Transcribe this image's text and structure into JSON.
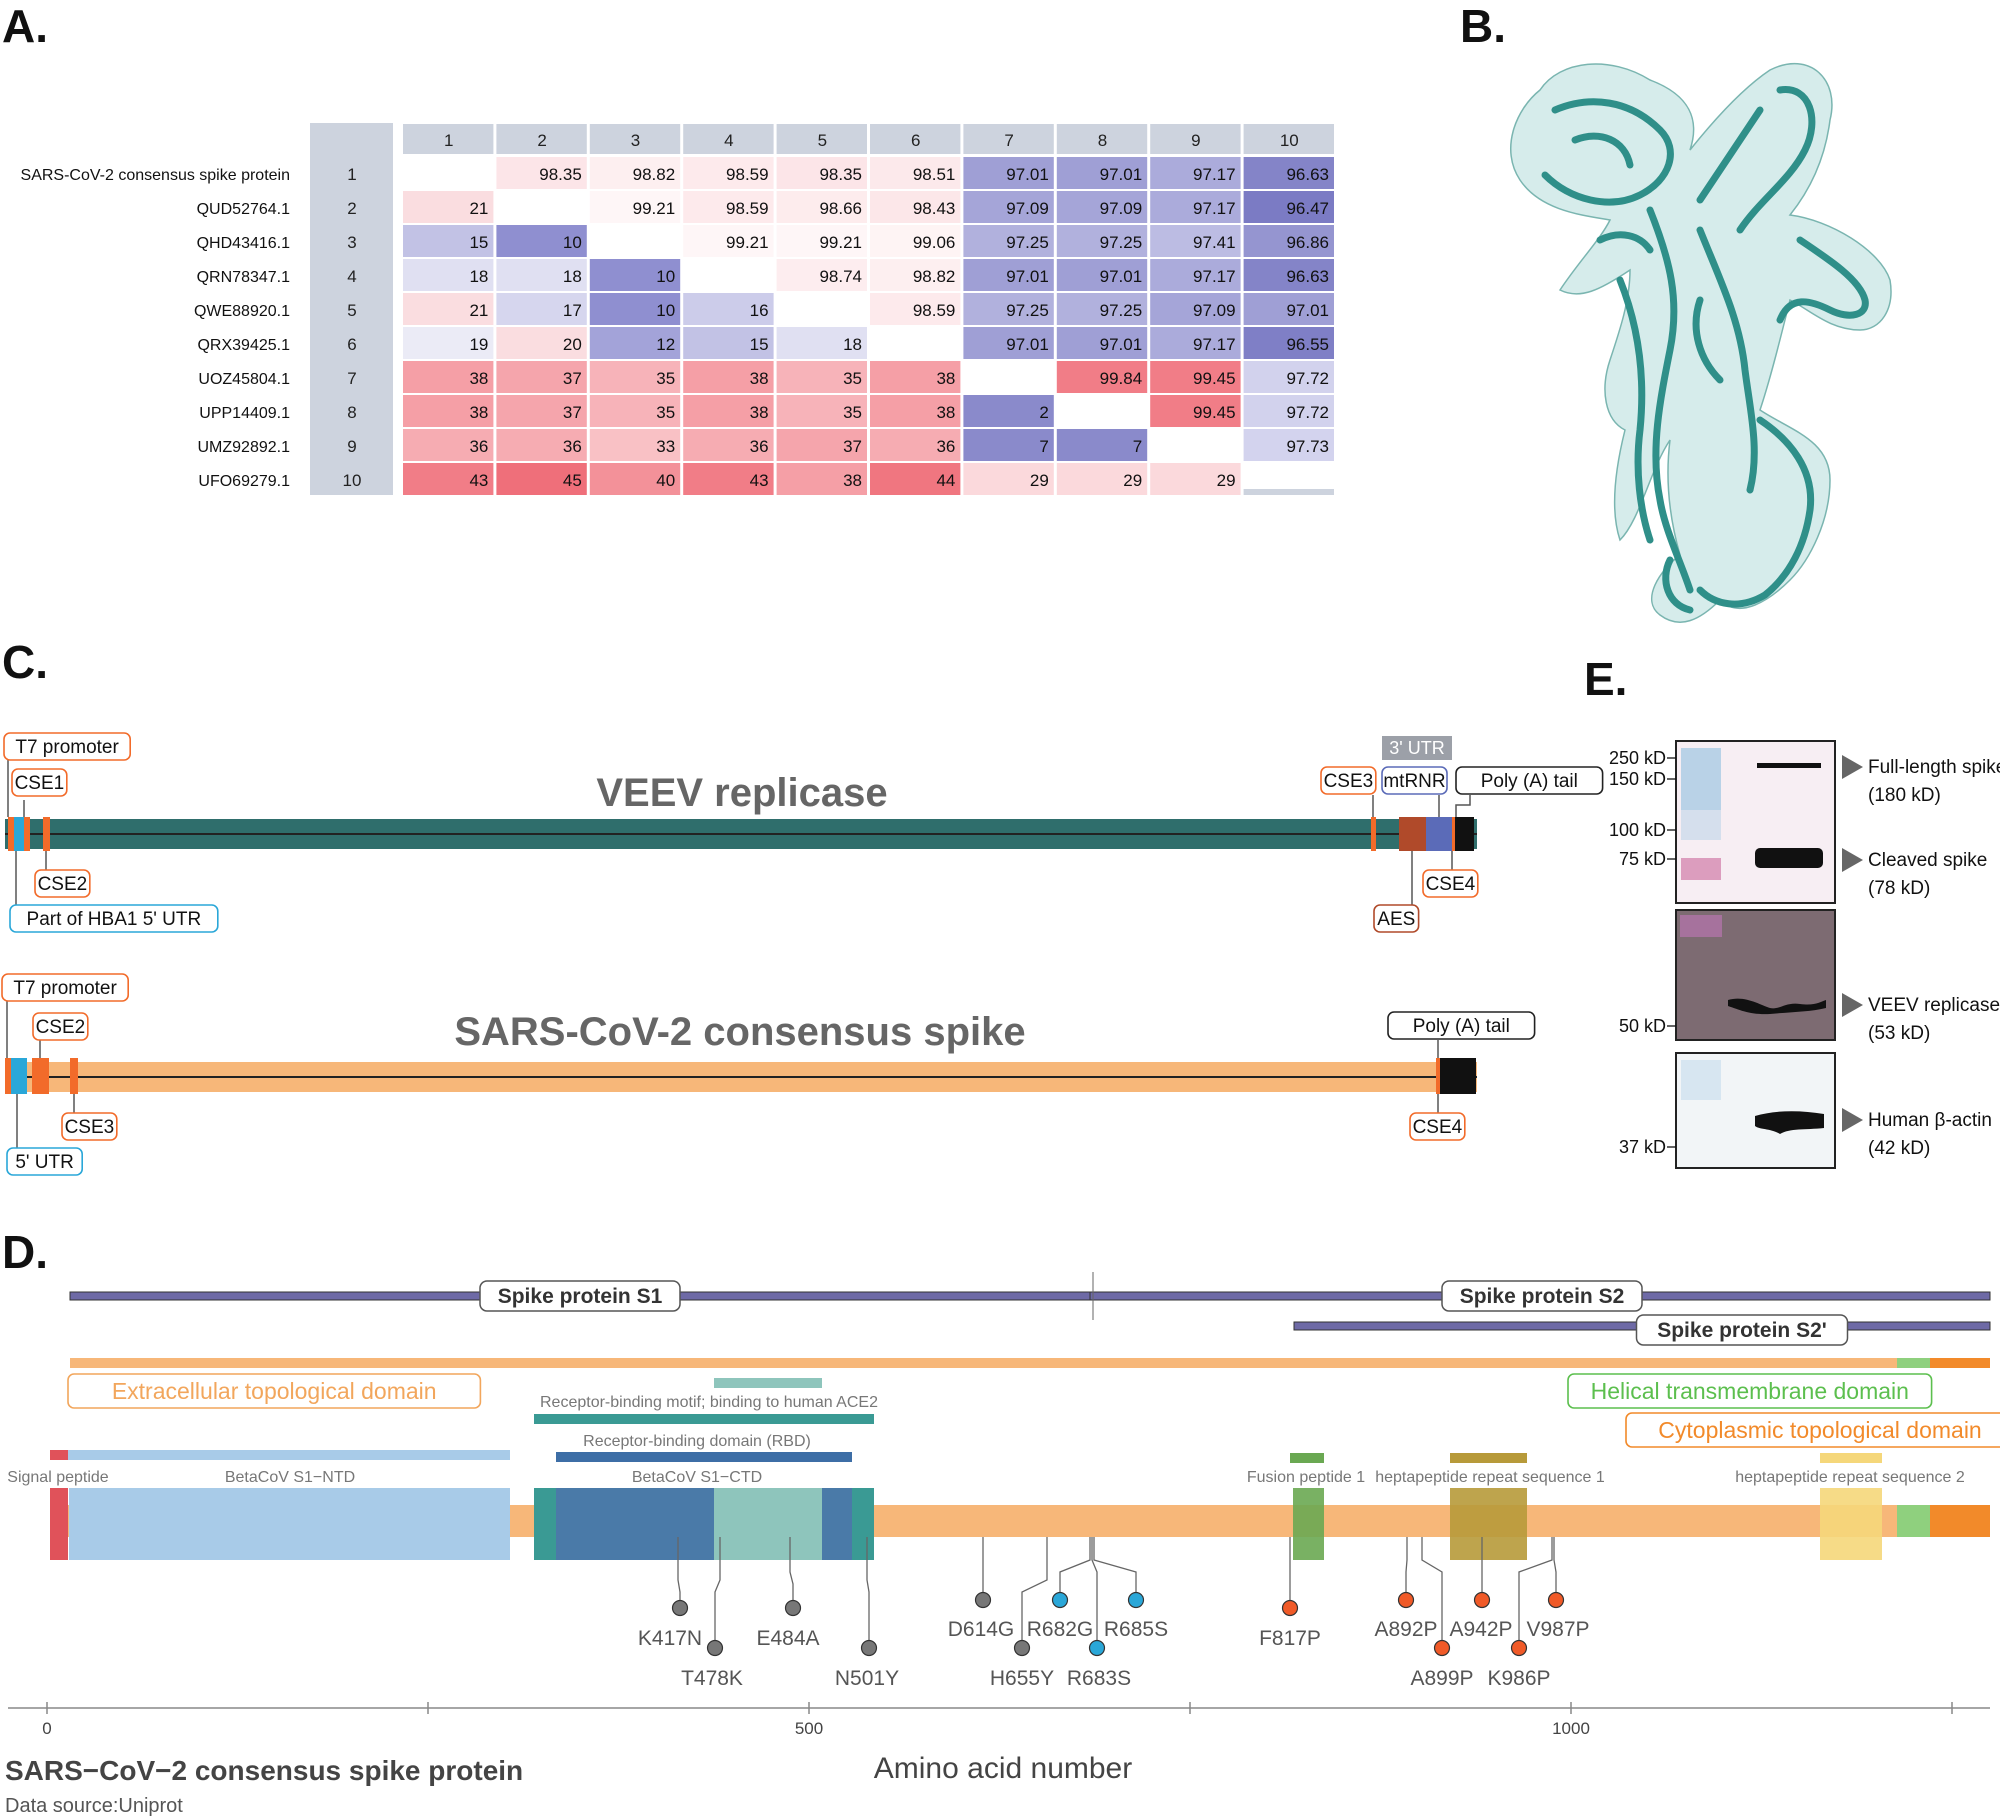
{
  "panels": {
    "A": "A.",
    "B": "B.",
    "C": "C.",
    "D": "D.",
    "E": "E."
  },
  "panelA": {
    "col_headers": [
      "1",
      "2",
      "3",
      "4",
      "5",
      "6",
      "7",
      "8",
      "9",
      "10"
    ],
    "row_labels": [
      "SARS-CoV-2 consensus spike protein",
      "QUD52764.1",
      "QHD43416.1",
      "QRN78347.1",
      "QWE88920.1",
      "QRX39425.1",
      "UOZ45804.1",
      "UPP14409.1",
      "UMZ92892.1",
      "UFO69279.1"
    ],
    "row_numbers": [
      "1",
      "2",
      "3",
      "4",
      "5",
      "6",
      "7",
      "8",
      "9",
      "10"
    ],
    "matrix": [
      [
        "",
        "98.35",
        "98.82",
        "98.59",
        "98.35",
        "98.51",
        "97.01",
        "97.01",
        "97.17",
        "96.63"
      ],
      [
        "21",
        "",
        "99.21",
        "98.59",
        "98.66",
        "98.43",
        "97.09",
        "97.09",
        "97.17",
        "96.47"
      ],
      [
        "15",
        "10",
        "",
        "99.21",
        "99.21",
        "99.06",
        "97.25",
        "97.25",
        "97.41",
        "96.86"
      ],
      [
        "18",
        "18",
        "10",
        "",
        "98.74",
        "98.82",
        "97.01",
        "97.01",
        "97.17",
        "96.63"
      ],
      [
        "21",
        "17",
        "10",
        "16",
        "",
        "98.59",
        "97.25",
        "97.25",
        "97.09",
        "97.01"
      ],
      [
        "19",
        "20",
        "12",
        "15",
        "18",
        "",
        "97.01",
        "97.01",
        "97.17",
        "96.55"
      ],
      [
        "38",
        "37",
        "35",
        "38",
        "35",
        "38",
        "",
        "99.84",
        "99.45",
        "97.72"
      ],
      [
        "38",
        "37",
        "35",
        "38",
        "35",
        "38",
        "2",
        "",
        "99.45",
        "97.72"
      ],
      [
        "36",
        "36",
        "33",
        "36",
        "37",
        "36",
        "7",
        "7",
        "",
        "97.73"
      ],
      [
        "43",
        "45",
        "40",
        "43",
        "38",
        "44",
        "29",
        "29",
        "29",
        ""
      ]
    ],
    "colors": {
      "high_identity": "#7b7bc4",
      "low_identity": "#ffffff",
      "high_distance": "#ef6f7a",
      "low_distance": "#ffffff",
      "header_bg": "#cdd3de"
    }
  },
  "panelB": {
    "structure_color": "#3a9a94",
    "surface_color": "#d6eceb"
  },
  "panelC": {
    "construct1": {
      "title": "VEEV replicase",
      "top_labels": [
        "T7 promoter",
        "CSE1",
        "CSE3",
        "mtRNR",
        "Poly (A) tail"
      ],
      "header_box": "3' UTR",
      "bottom_labels": [
        "CSE2",
        "Part of HBA1 5' UTR",
        "AES",
        "CSE4"
      ],
      "body_color": "#2f6e6c"
    },
    "construct2": {
      "title": "SARS-CoV-2 consensus spike",
      "top_labels": [
        "T7 promoter",
        "CSE2",
        "Poly (A) tail"
      ],
      "bottom_labels": [
        "CSE3",
        "5' UTR",
        "CSE4"
      ],
      "body_color": "#f7b779"
    }
  },
  "panelD": {
    "chain_labels": [
      "Spike protein S1",
      "Spike protein S2",
      "Spike protein S2'"
    ],
    "topo_labels": [
      "Extracellular topological domain",
      "Helical transmembrane domain",
      "Cytoplasmic topological domain"
    ],
    "feature_labels": [
      "Receptor-binding motif; binding to human ACE2",
      "Receptor-binding domain (RBD)",
      "Signal peptide",
      "BetaCoV S1−NTD",
      "BetaCoV S1−CTD",
      "Fusion peptide 1",
      "heptapeptide repeat sequence 1",
      "heptapeptide repeat sequence 2"
    ],
    "mutations_grey": [
      "K417N",
      "T478K",
      "E484A",
      "N501Y",
      "D614G",
      "H655Y"
    ],
    "mutations_blue": [
      "R682G",
      "R683S",
      "R685S"
    ],
    "mutations_orange": [
      "F817P",
      "A892P",
      "A899P",
      "A942P",
      "K986P",
      "V987P"
    ],
    "axis": {
      "ticks": [
        "0",
        "500",
        "1000"
      ],
      "max": 1273
    },
    "title": "SARS−CoV−2 consensus spike protein",
    "source": "Data source:Uniprot",
    "xlabel": "Amino acid number",
    "colors": {
      "extracellular": "#f7b779",
      "ntd": "#a8cbe8",
      "ctd": "#4a7aa8",
      "rbm": "#8ec5bc",
      "signal": "#e0525a",
      "fusion": "#6aa852",
      "hr1": "#b79a3a",
      "hr2": "#f5d77a",
      "tm": "#8fd07e",
      "cyto": "#f28a2a",
      "chain": "#6e6aa6"
    }
  },
  "panelE": {
    "ladder1": [
      "250 kD",
      "150 kD",
      "100 kD",
      "75 kD"
    ],
    "ladder2": [
      "50 kD"
    ],
    "ladder3": [
      "37 kD"
    ],
    "band_labels": [
      {
        "name": "Full-length spike",
        "size": "(180 kD)"
      },
      {
        "name": "Cleaved spike",
        "size": "(78 kD)"
      },
      {
        "name": "VEEV replicase",
        "size": "(53 kD)"
      },
      {
        "name": "Human β-actin",
        "size": "(42 kD)"
      }
    ]
  }
}
